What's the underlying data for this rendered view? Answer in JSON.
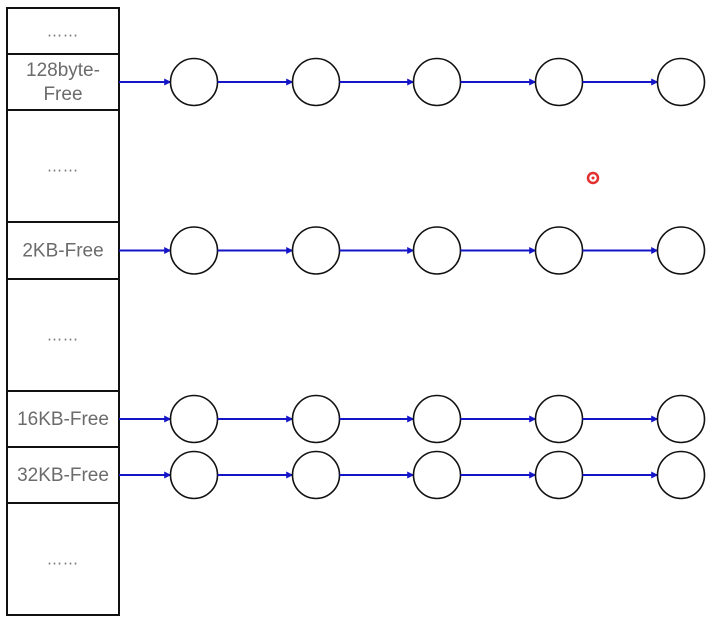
{
  "colors": {
    "arrow": "#1515c8",
    "node_stroke": "#111111",
    "table_stroke": "#111111",
    "label_text": "#6b6b6b",
    "pointer_dot": "#e23030"
  },
  "table": {
    "cells": [
      {
        "id": "ellipsis-top",
        "lines": [
          "……"
        ],
        "kind": "ellipsis"
      },
      {
        "id": "128byte",
        "lines": [
          "128byte-",
          "Free"
        ],
        "kind": "label"
      },
      {
        "id": "ellipsis-1",
        "lines": [
          "……"
        ],
        "kind": "ellipsis"
      },
      {
        "id": "2kb",
        "lines": [
          "2KB-Free"
        ],
        "kind": "label"
      },
      {
        "id": "ellipsis-2",
        "lines": [
          "……"
        ],
        "kind": "ellipsis"
      },
      {
        "id": "16kb",
        "lines": [
          "16KB-Free"
        ],
        "kind": "label"
      },
      {
        "id": "32kb",
        "lines": [
          "32KB-Free"
        ],
        "kind": "label"
      },
      {
        "id": "ellipsis-bottom",
        "lines": [
          "……"
        ],
        "kind": "ellipsis"
      }
    ]
  },
  "lists": [
    {
      "cell": "128byte",
      "node_count": 5
    },
    {
      "cell": "2kb",
      "node_count": 5
    },
    {
      "cell": "16kb",
      "node_count": 5
    },
    {
      "cell": "32kb",
      "node_count": 5
    }
  ]
}
